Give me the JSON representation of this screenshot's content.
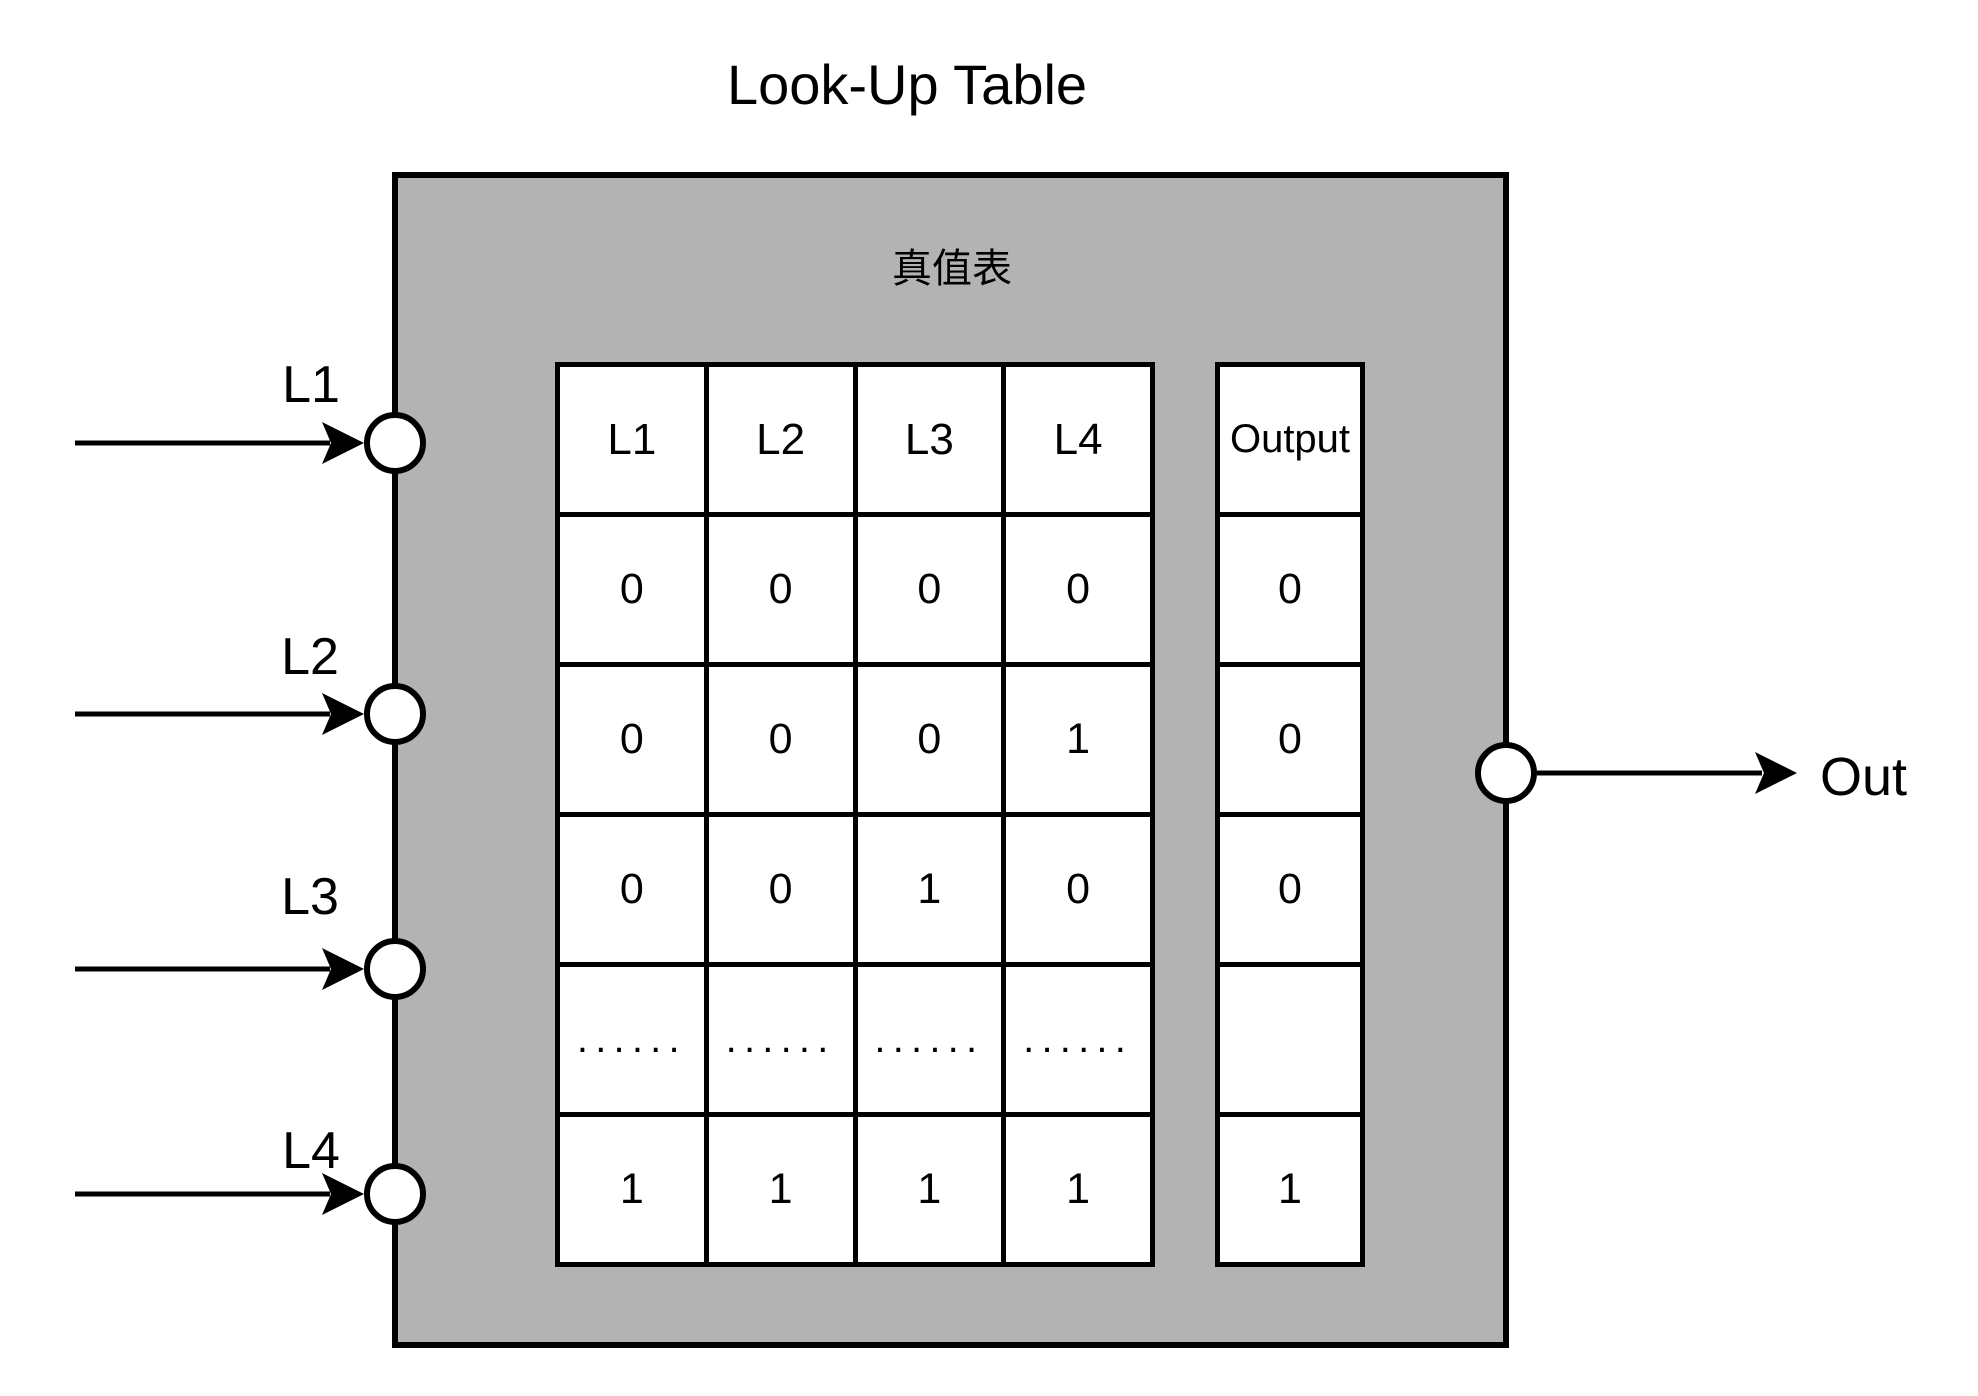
{
  "title": "Look-Up Table",
  "inner_title": "真值表",
  "inputs": {
    "labels": [
      "L1",
      "L2",
      "L3",
      "L4"
    ]
  },
  "output_label": "Out",
  "main_table": {
    "headers": [
      "L1",
      "L2",
      "L3",
      "L4"
    ],
    "rows": [
      [
        "0",
        "0",
        "0",
        "0"
      ],
      [
        "0",
        "0",
        "0",
        "1"
      ],
      [
        "0",
        "0",
        "1",
        "0"
      ],
      [
        "......",
        "......",
        "......",
        "......"
      ],
      [
        "1",
        "1",
        "1",
        "1"
      ]
    ]
  },
  "output_table": {
    "header": "Output",
    "rows": [
      "0",
      "0",
      "0",
      "",
      "1"
    ]
  },
  "colors": {
    "body_fill": "#b3b3b3",
    "line": "#000000",
    "cell_fill": "#ffffff"
  }
}
